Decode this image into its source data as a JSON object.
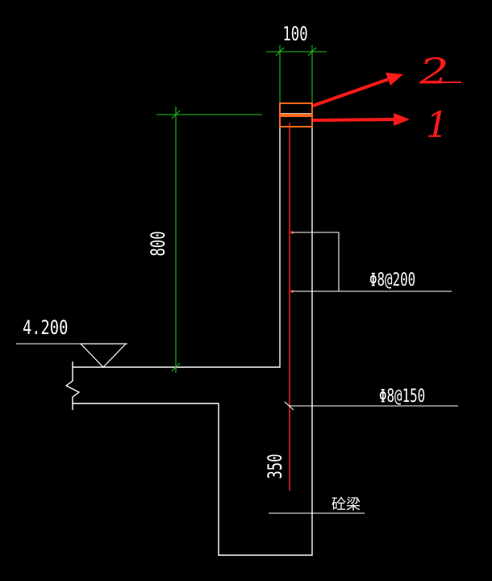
{
  "drawing": {
    "background": "#000000",
    "colors": {
      "outline": "#ffffff",
      "dimension": "#22c322",
      "rebar": "#e02020",
      "highlight": "#ff6a1a",
      "annotation": "#ff1a1a"
    },
    "dimensions": {
      "wall_thickness": "100",
      "parapet_height": "800",
      "beam_height": "350"
    },
    "elevation": {
      "value": "4.200"
    },
    "rebar_labels": {
      "upper": "Φ8@200",
      "lower": "Φ8@150"
    },
    "beam_label": "砼梁",
    "markers": {
      "top": "2",
      "bottom": "1"
    }
  }
}
